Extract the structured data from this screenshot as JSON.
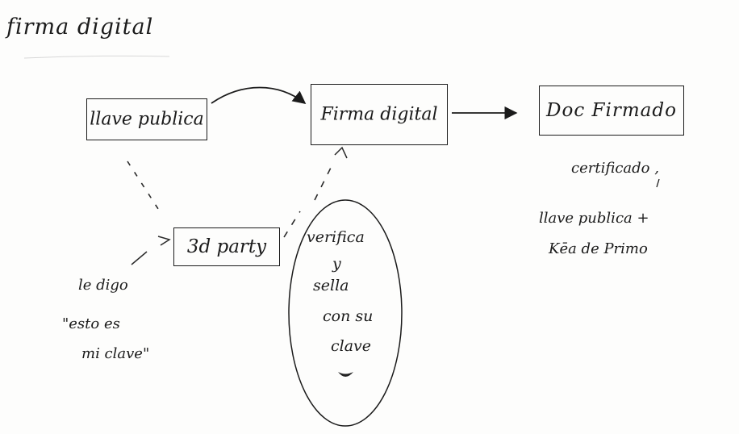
{
  "title": "firma digital",
  "nodes": {
    "llave_publica": "llave publica",
    "firma_digital": "Firma digital",
    "doc_firmado": "Doc Firmado",
    "third_party": "3d party"
  },
  "notes": {
    "right": [
      "certificado ,",
      "llave publica +",
      "Kēa de Primo"
    ],
    "left": [
      "le digo",
      "\"esto es",
      "mi clave\""
    ],
    "ellipse": [
      "verifica",
      "y",
      "sella",
      "con su",
      "clave"
    ]
  },
  "colors": {
    "ink": "#1b1b1b",
    "paper": "#fdfdfc"
  }
}
